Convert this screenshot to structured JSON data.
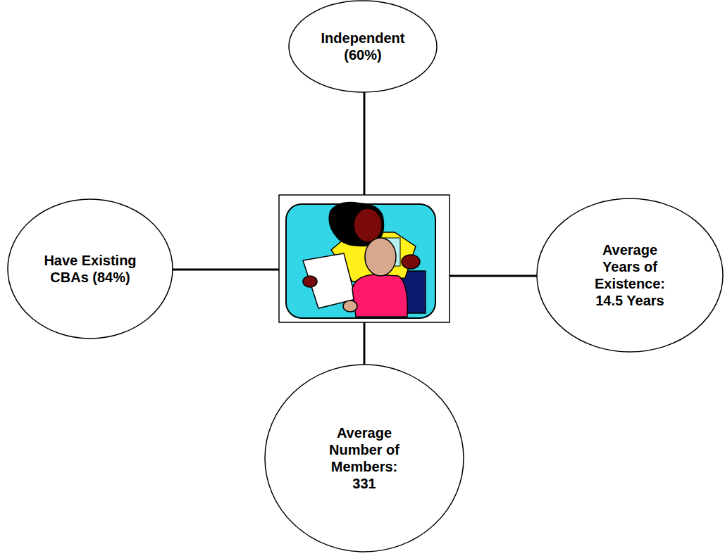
{
  "diagram": {
    "nodes": [
      {
        "text": [
          "Independent (60%)"
        ]
      },
      {
        "text": [
          "Have Existing CBAs (84%)"
        ]
      },
      {
        "text": [
          "Average Years of Existence: 14.5 Years"
        ]
      },
      {
        "text": [
          "Average Number of Members: 331"
        ]
      }
    ]
  }
}
